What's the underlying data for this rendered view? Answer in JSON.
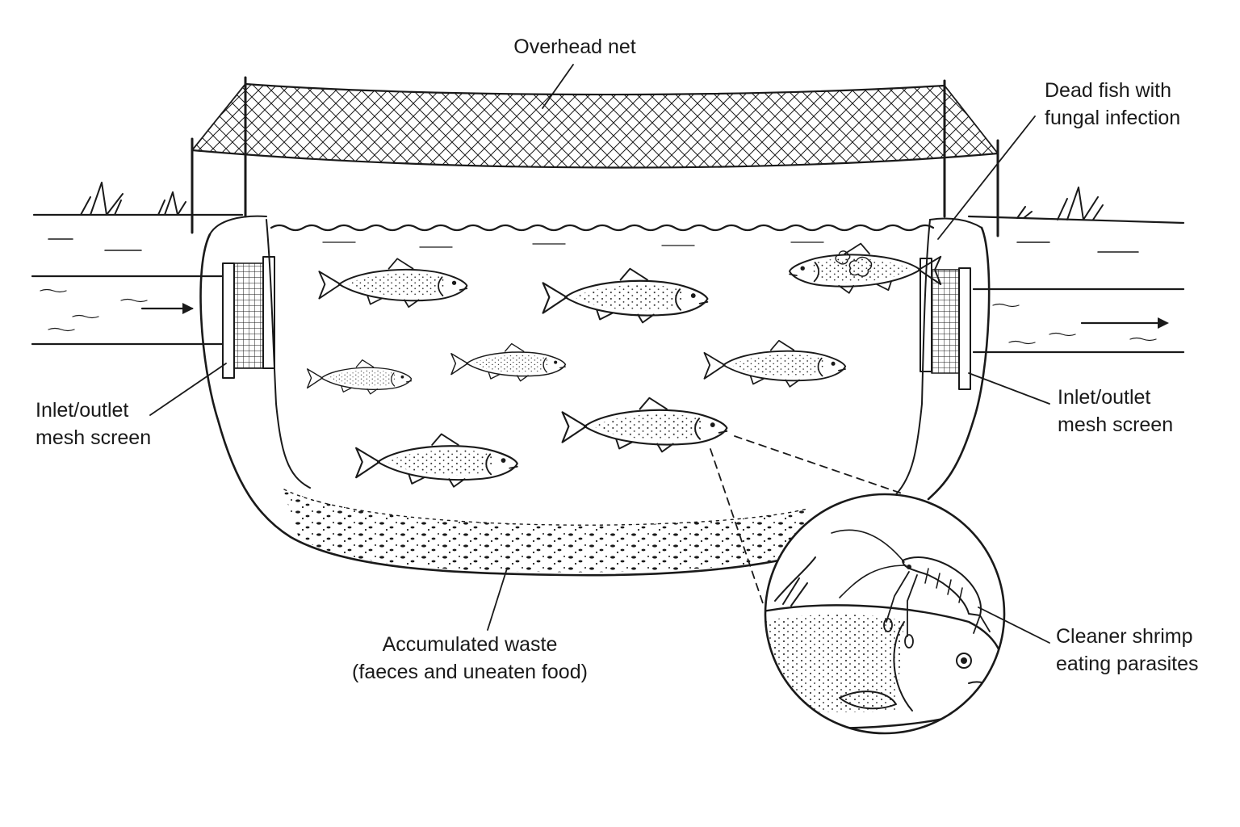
{
  "labels": {
    "overhead_net": "Overhead net",
    "dead_fish_line1": "Dead fish with",
    "dead_fish_line2": "fungal infection",
    "inlet_left_line1": "Inlet/outlet",
    "inlet_left_line2": "mesh screen",
    "inlet_right_line1": "Inlet/outlet",
    "inlet_right_line2": "mesh screen",
    "waste_line1": "Accumulated waste",
    "waste_line2": "(faeces and uneaten food)",
    "shrimp_line1": "Cleaner shrimp",
    "shrimp_line2": "eating parasites"
  },
  "icons": {
    "flow_in": "arrow-right-icon",
    "flow_out": "arrow-right-icon"
  },
  "colors": {
    "ink": "#1a1a1a",
    "water_line": "#1a1a1a",
    "background": "#ffffff"
  }
}
